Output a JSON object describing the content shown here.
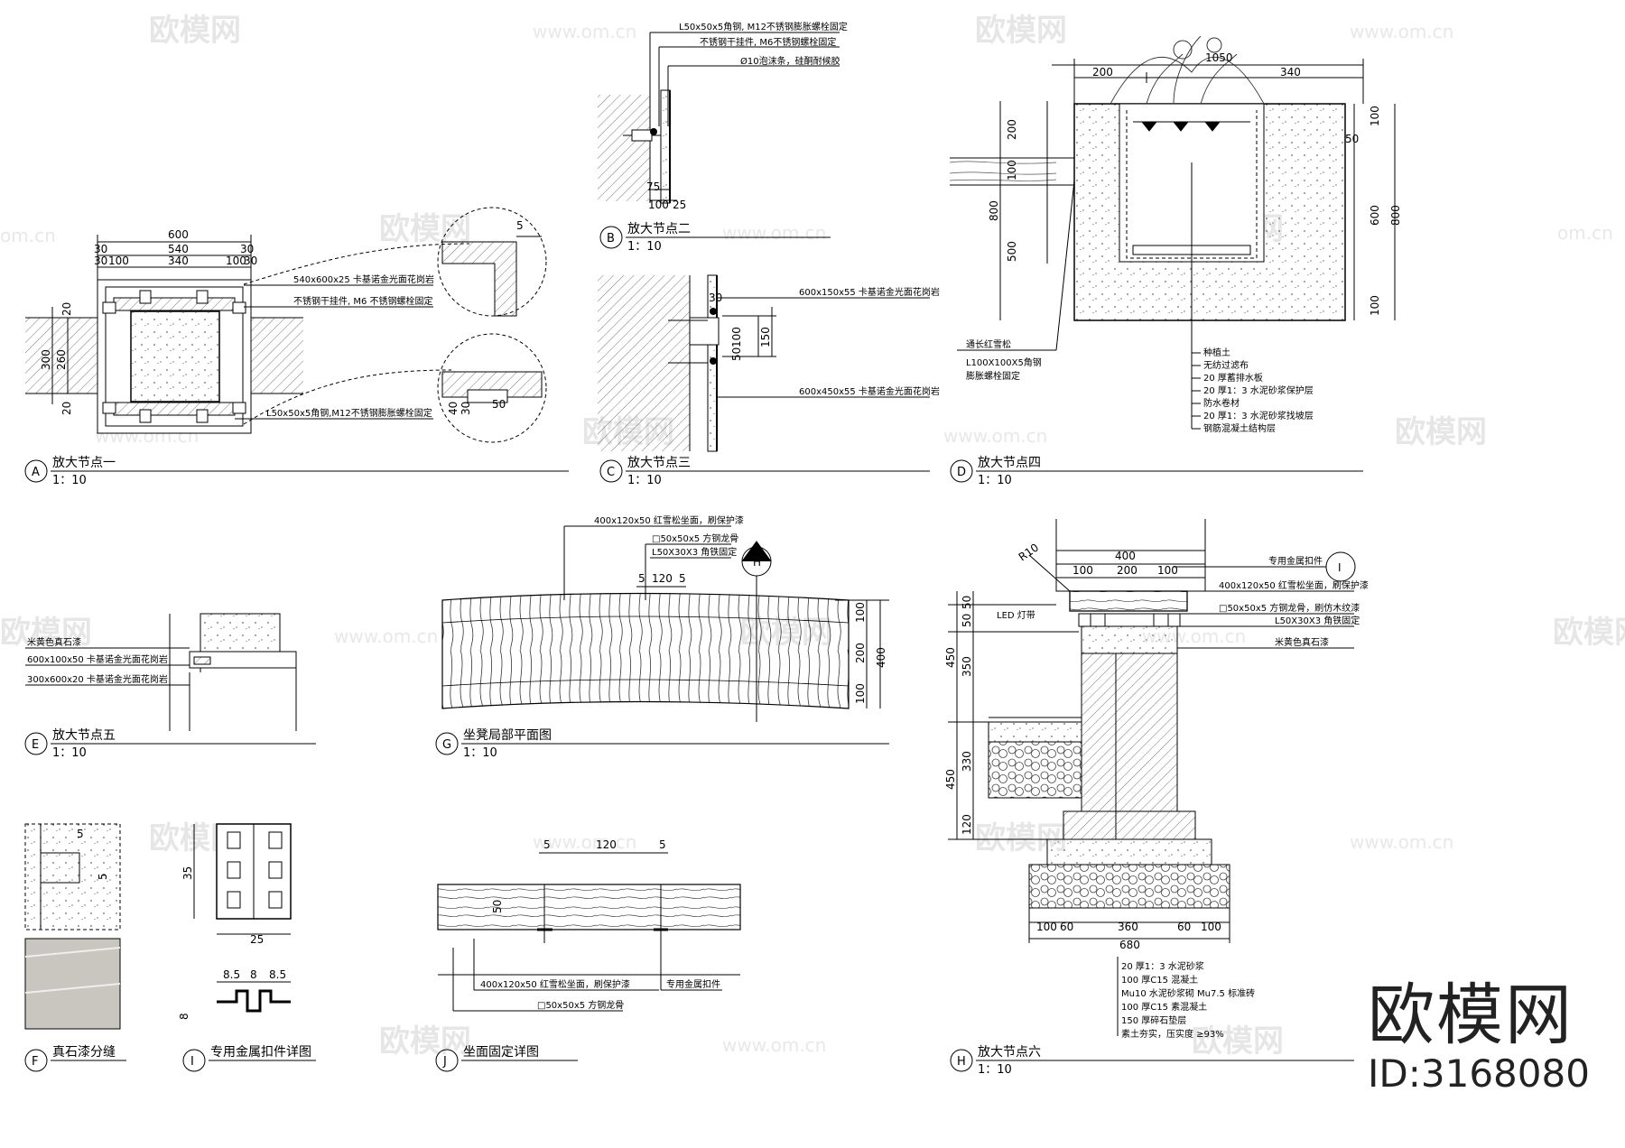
{
  "watermark": {
    "brand": "欧模网",
    "url": "www.om.cn",
    "url_short": "om.cn"
  },
  "logo": {
    "brand": "欧模网",
    "id": "ID:3168080"
  },
  "details": {
    "A": {
      "letter": "A",
      "title": "放大节点一",
      "scale": "1：10",
      "dims": {
        "total": "600",
        "mid": "540",
        "e30a": "30",
        "e30b": "30",
        "d100a": "100",
        "d340": "340",
        "d100b": "100",
        "e30c": "30",
        "e30d": "30",
        "h20a": "20",
        "h300": "300",
        "h260": "260",
        "h20b": "20",
        "c5": "5",
        "c40": "40",
        "c30": "30",
        "c50": "50"
      },
      "notes": [
        "540x600x25 卡基诺金光面花岗岩",
        "不锈钢干挂件, M6 不锈钢螺栓固定",
        "L50x50x5角钢,M12不锈钢膨胀螺栓固定"
      ]
    },
    "B": {
      "letter": "B",
      "title": "放大节点二",
      "scale": "1：10",
      "dims": {
        "d75": "75",
        "d100": "100",
        "d25": "25"
      },
      "notes": [
        "L50x50x5角钢, M12不锈钢膨胀螺栓固定",
        "不锈钢干挂件, M6不锈钢螺栓固定",
        "Ø10泡沫条，硅酮耐候胶"
      ]
    },
    "C": {
      "letter": "C",
      "title": "放大节点三",
      "scale": "1：10",
      "dims": {
        "d30": "30",
        "d100": "100",
        "d150": "150",
        "d50": "50"
      },
      "notes": [
        "600x150x55 卡基诺金光面花岗岩",
        "600x450x55 卡基诺金光面花岗岩"
      ]
    },
    "D": {
      "letter": "D",
      "title": "放大节点四",
      "scale": "1：10",
      "dims": {
        "top": "1050",
        "d200": "200",
        "d340": "340",
        "v200": "200",
        "v100a": "100",
        "v800": "800",
        "v500": "500",
        "r100a": "100",
        "r50": "50",
        "r600": "600",
        "r800": "800",
        "r100b": "100"
      },
      "notes_left": [
        "通长红雪松",
        "L100X100X5角钢",
        "膨胀螺栓固定"
      ],
      "notes_right": [
        "种植土",
        "无纺过滤布",
        "20 厚蓄排水板",
        "20 厚1：3 水泥砂浆保护层",
        "防水卷材",
        "20 厚1：3 水泥砂浆找坡层",
        "钢筋混凝土结构层"
      ]
    },
    "E": {
      "letter": "E",
      "title": "放大节点五",
      "scale": "1：10",
      "notes": [
        "米黄色真石漆",
        "600x100x50 卡基诺金光面花岗岩",
        "300x600x20 卡基诺金光面花岗岩"
      ]
    },
    "G": {
      "letter": "G",
      "title": "坐凳局部平面图",
      "scale": "1：10",
      "marker": "H",
      "dims": {
        "d5a": "5",
        "d120": "120",
        "d5b": "5",
        "v100a": "100",
        "v200": "200",
        "v100b": "100",
        "v400": "400"
      },
      "notes": [
        "400x120x50 红雪松坐面，刷保护漆",
        "□50x50x5 方钢龙骨",
        "L50X30X3 角铁固定"
      ]
    },
    "H": {
      "letter": "H",
      "title": "放大节点六",
      "scale": "1：10",
      "marker": "I",
      "led": "LED 灯带",
      "r10": "R10",
      "dims": {
        "top": "400",
        "d100a": "100",
        "d200": "200",
        "d100b": "100",
        "v50a": "50",
        "v50b": "50",
        "v350": "350",
        "v450a": "450",
        "v330": "330",
        "v450b": "450",
        "v120": "120",
        "b100a": "100",
        "b60a": "60",
        "b360": "360",
        "b60b": "60",
        "b100b": "100",
        "b680": "680"
      },
      "notes_top": [
        "专用金属扣件",
        "400x120x50 红雪松坐面，刷保护漆",
        "□50x50x5 方钢龙骨，刷仿木纹漆",
        "L50X30X3 角铁固定",
        "米黄色真石漆"
      ],
      "notes_bottom": [
        "20 厚1：3 水泥砂浆",
        "100 厚C15 混凝土",
        "Mu10 水泥砂浆砌 Mu7.5 标准砖",
        "100 厚C15 素混凝土",
        "150 厚碎石垫层",
        "素土夯实，压实度 ≥93%"
      ]
    },
    "F": {
      "letter": "F",
      "title": "真石漆分缝",
      "dims": {
        "d5a": "5",
        "d5b": "5"
      }
    },
    "I": {
      "letter": "I",
      "title": "专用金属扣件详图",
      "dims": {
        "v35": "35",
        "h25": "25",
        "d85a": "8.5",
        "d8": "8",
        "d85b": "8.5",
        "v8": "8"
      }
    },
    "J": {
      "letter": "J",
      "title": "坐面固定详图",
      "dims": {
        "d5a": "5",
        "d120": "120",
        "d5b": "5",
        "v50": "50"
      },
      "notes": [
        "400x120x50 红雪松坐面，刷保护漆",
        "□50x50x5 方钢龙骨",
        "专用金属扣件"
      ]
    }
  }
}
